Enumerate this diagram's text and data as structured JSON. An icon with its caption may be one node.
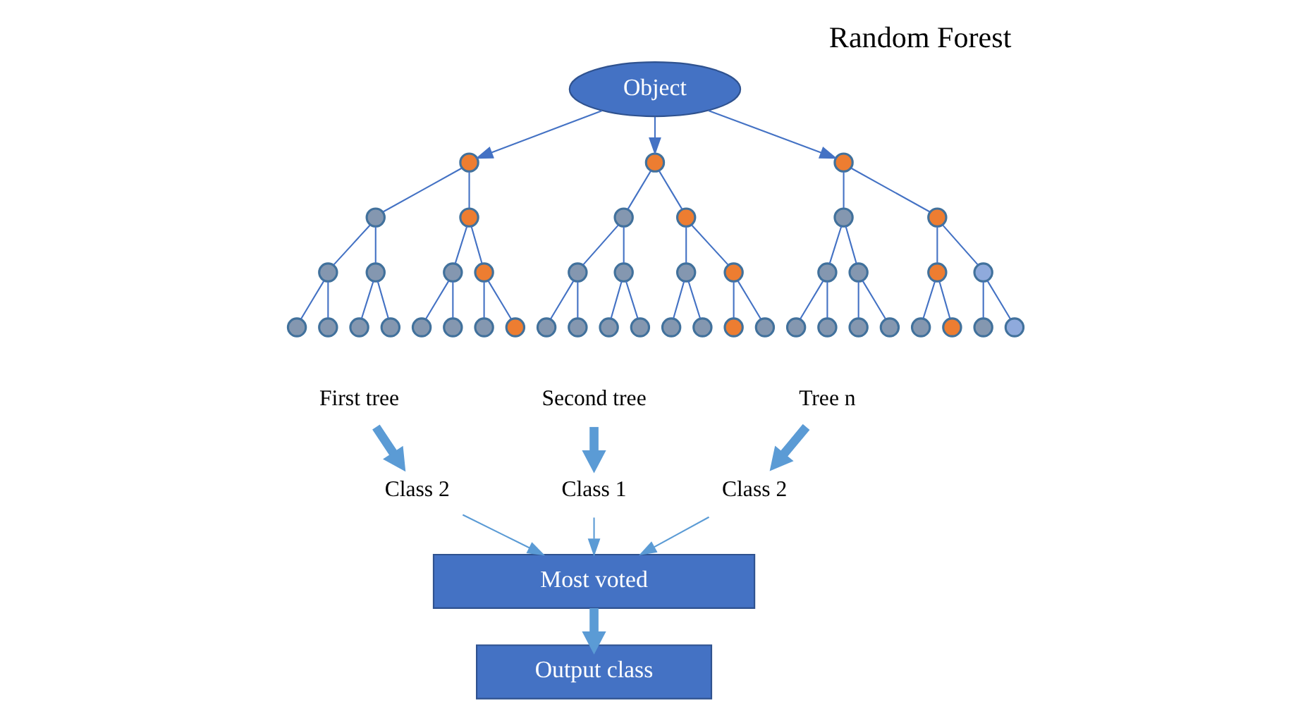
{
  "diagram": {
    "title": "Random Forest",
    "nodes": [
      {
        "text": [
          "Object"
        ]
      },
      {
        "text": [],
        "shape": "circle"
      },
      {
        "text": [],
        "shape": "circle"
      },
      {
        "text": [],
        "shape": "circle"
      },
      {
        "text": [],
        "shape": "circle"
      },
      {
        "text": [],
        "shape": "circle"
      },
      {
        "text": [],
        "shape": "circle"
      },
      {
        "text": [],
        "shape": "circle"
      },
      {
        "text": [],
        "shape": "circle"
      },
      {
        "text": [],
        "shape": "circle"
      },
      {
        "text": [],
        "shape": "circle"
      },
      {
        "text": [],
        "shape": "circle"
      },
      {
        "text": [],
        "shape": "circle"
      },
      {
        "text": [],
        "shape": "circle"
      },
      {
        "text": [],
        "shape": "circle"
      },
      {
        "text": [],
        "shape": "circle"
      },
      {
        "text": [],
        "shape": "circle"
      },
      {
        "text": [],
        "shape": "circle"
      },
      {
        "text": [],
        "shape": "circle"
      },
      {
        "text": [],
        "shape": "circle"
      },
      {
        "text": [],
        "shape": "circle"
      },
      {
        "text": [],
        "shape": "circle"
      },
      {
        "text": [],
        "shape": "circle"
      },
      {
        "text": [],
        "shape": "circle"
      },
      {
        "text": [],
        "shape": "circle"
      },
      {
        "text": [],
        "shape": "circle"
      },
      {
        "text": [],
        "shape": "circle"
      },
      {
        "text": [],
        "shape": "circle"
      },
      {
        "text": [],
        "shape": "circle"
      },
      {
        "text": [],
        "shape": "circle"
      },
      {
        "text": [],
        "shape": "circle"
      },
      {
        "text": [],
        "shape": "circle"
      },
      {
        "text": [],
        "shape": "circle"
      },
      {
        "text": [],
        "shape": "circle"
      },
      {
        "text": [],
        "shape": "circle"
      },
      {
        "text": [],
        "shape": "circle"
      },
      {
        "text": [],
        "shape": "circle"
      },
      {
        "text": [],
        "shape": "circle"
      },
      {
        "text": [],
        "shape": "circle"
      },
      {
        "text": [],
        "shape": "circle"
      },
      {
        "text": [],
        "shape": "circle"
      },
      {
        "text": [],
        "shape": "circle"
      },
      {
        "text": [],
        "shape": "circle"
      },
      {
        "text": [],
        "shape": "circle"
      },
      {
        "text": [],
        "shape": "circle"
      },
      {
        "text": [],
        "shape": "circle"
      },
      {
        "text": [
          "First tree"
        ]
      },
      {
        "text": [
          "Second tree"
        ]
      },
      {
        "text": [
          "Tree n"
        ]
      },
      {
        "text": [
          "Class 2"
        ]
      },
      {
        "text": [
          "Class 1"
        ]
      },
      {
        "text": [
          "Class 2"
        ]
      },
      {
        "text": [
          "Most voted"
        ]
      },
      {
        "text": [
          "Output class"
        ]
      }
    ],
    "edges": [
      {
        "from": 0,
        "to": 1,
        "arrow": "to"
      },
      {
        "from": 0,
        "to": 16,
        "arrow": "to"
      },
      {
        "from": 0,
        "to": 31,
        "arrow": "to"
      },
      {
        "from": 1,
        "to": 2,
        "arrow": "none"
      },
      {
        "from": 1,
        "to": 3,
        "arrow": "none"
      },
      {
        "from": 2,
        "to": 4,
        "arrow": "none"
      },
      {
        "from": 2,
        "to": 5,
        "arrow": "none"
      },
      {
        "from": 3,
        "to": 6,
        "arrow": "none"
      },
      {
        "from": 3,
        "to": 7,
        "arrow": "none"
      },
      {
        "from": 4,
        "to": 8,
        "arrow": "none"
      },
      {
        "from": 4,
        "to": 9,
        "arrow": "none"
      },
      {
        "from": 5,
        "to": 10,
        "arrow": "none"
      },
      {
        "from": 5,
        "to": 11,
        "arrow": "none"
      },
      {
        "from": 6,
        "to": 12,
        "arrow": "none"
      },
      {
        "from": 6,
        "to": 13,
        "arrow": "none"
      },
      {
        "from": 7,
        "to": 14,
        "arrow": "none"
      },
      {
        "from": 7,
        "to": 15,
        "arrow": "none"
      },
      {
        "from": 16,
        "to": 17,
        "arrow": "none"
      },
      {
        "from": 16,
        "to": 18,
        "arrow": "none"
      },
      {
        "from": 17,
        "to": 19,
        "arrow": "none"
      },
      {
        "from": 17,
        "to": 20,
        "arrow": "none"
      },
      {
        "from": 18,
        "to": 21,
        "arrow": "none"
      },
      {
        "from": 18,
        "to": 22,
        "arrow": "none"
      },
      {
        "from": 19,
        "to": 23,
        "arrow": "none"
      },
      {
        "from": 19,
        "to": 24,
        "arrow": "none"
      },
      {
        "from": 20,
        "to": 25,
        "arrow": "none"
      },
      {
        "from": 20,
        "to": 26,
        "arrow": "none"
      },
      {
        "from": 21,
        "to": 27,
        "arrow": "none"
      },
      {
        "from": 21,
        "to": 28,
        "arrow": "none"
      },
      {
        "from": 22,
        "to": 29,
        "arrow": "none"
      },
      {
        "from": 22,
        "to": 30,
        "arrow": "none"
      },
      {
        "from": 31,
        "to": 32,
        "arrow": "none"
      },
      {
        "from": 31,
        "to": 33,
        "arrow": "none"
      },
      {
        "from": 32,
        "to": 34,
        "arrow": "none"
      },
      {
        "from": 32,
        "to": 35,
        "arrow": "none"
      },
      {
        "from": 33,
        "to": 36,
        "arrow": "none"
      },
      {
        "from": 33,
        "to": 37,
        "arrow": "none"
      },
      {
        "from": 34,
        "to": 38,
        "arrow": "none"
      },
      {
        "from": 34,
        "to": 39,
        "arrow": "none"
      },
      {
        "from": 35,
        "to": 40,
        "arrow": "none"
      },
      {
        "from": 35,
        "to": 41,
        "arrow": "none"
      },
      {
        "from": 36,
        "to": 42,
        "arrow": "none"
      },
      {
        "from": 36,
        "to": 43,
        "arrow": "none"
      },
      {
        "from": 37,
        "to": 44,
        "arrow": "none"
      },
      {
        "from": 37,
        "to": 45,
        "arrow": "none"
      },
      {
        "from": 46,
        "to": 49,
        "arrow": "to",
        "style": "thick",
        "color": "#5b9bd5"
      },
      {
        "from": 47,
        "to": 50,
        "arrow": "to",
        "style": "thick",
        "color": "#5b9bd5"
      },
      {
        "from": 48,
        "to": 51,
        "arrow": "to",
        "style": "thick",
        "color": "#5b9bd5"
      },
      {
        "from": 49,
        "to": 52,
        "arrow": "to",
        "color": "#5b9bd5"
      },
      {
        "from": 50,
        "to": 52,
        "arrow": "to",
        "color": "#5b9bd5"
      },
      {
        "from": 51,
        "to": 52,
        "arrow": "to",
        "color": "#5b9bd5"
      },
      {
        "from": 52,
        "to": 53,
        "arrow": "to",
        "style": "thick",
        "color": "#5b9bd5"
      }
    ]
  }
}
